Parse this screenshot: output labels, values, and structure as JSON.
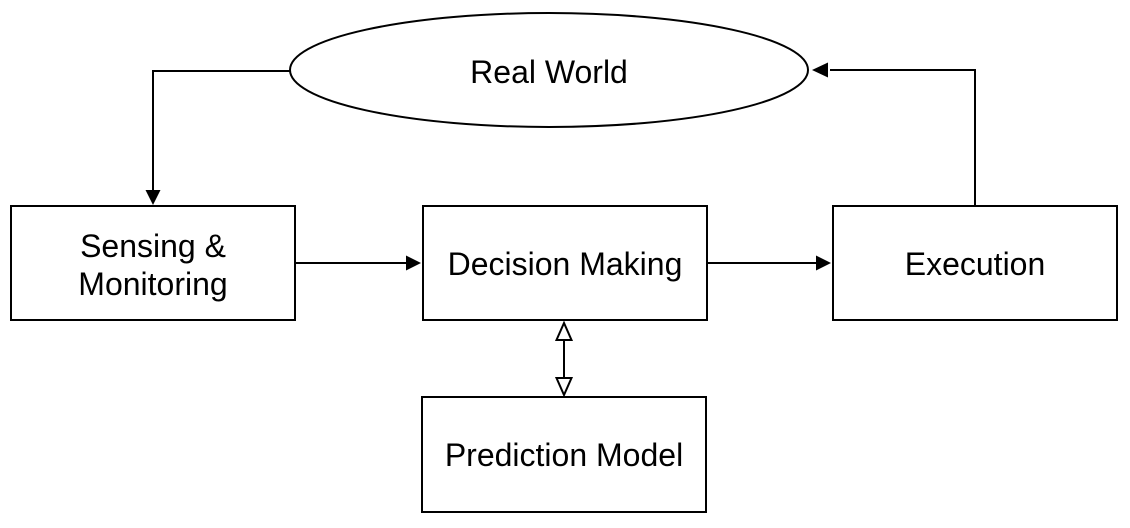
{
  "diagram": {
    "background_color": "#ffffff",
    "stroke_color": "#000000",
    "text_color": "#000000",
    "arrow_fill": "#000000",
    "open_arrow_fill": "#ffffff",
    "nodes": [
      {
        "id": "real-world",
        "shape": "ellipse",
        "label": "Real World"
      },
      {
        "id": "sensing-monitoring",
        "shape": "rect",
        "label": "Sensing & Monitoring",
        "label_lines": [
          "Sensing &",
          "Monitoring"
        ]
      },
      {
        "id": "decision-making",
        "shape": "rect",
        "label": "Decision Making"
      },
      {
        "id": "execution",
        "shape": "rect",
        "label": "Execution"
      },
      {
        "id": "prediction-model",
        "shape": "rect",
        "label": "Prediction Model"
      }
    ],
    "edges": [
      {
        "from": "real-world",
        "to": "sensing-monitoring",
        "style": "solid-arrow",
        "direction": "one-way"
      },
      {
        "from": "sensing-monitoring",
        "to": "decision-making",
        "style": "solid-arrow",
        "direction": "one-way"
      },
      {
        "from": "decision-making",
        "to": "execution",
        "style": "solid-arrow",
        "direction": "one-way"
      },
      {
        "from": "execution",
        "to": "real-world",
        "style": "solid-arrow",
        "direction": "one-way"
      },
      {
        "from": "decision-making",
        "to": "prediction-model",
        "style": "open-arrow",
        "direction": "two-way"
      }
    ]
  }
}
